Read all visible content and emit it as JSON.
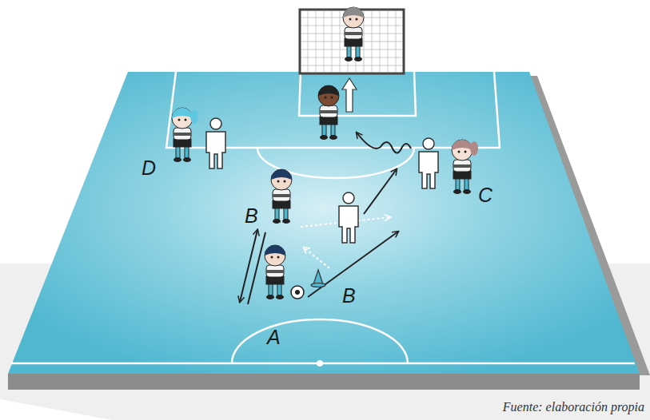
{
  "diagram": {
    "caption": "Fuente: elaboración propia",
    "labels": [
      "D",
      "B",
      "C",
      "B",
      "A"
    ]
  }
}
